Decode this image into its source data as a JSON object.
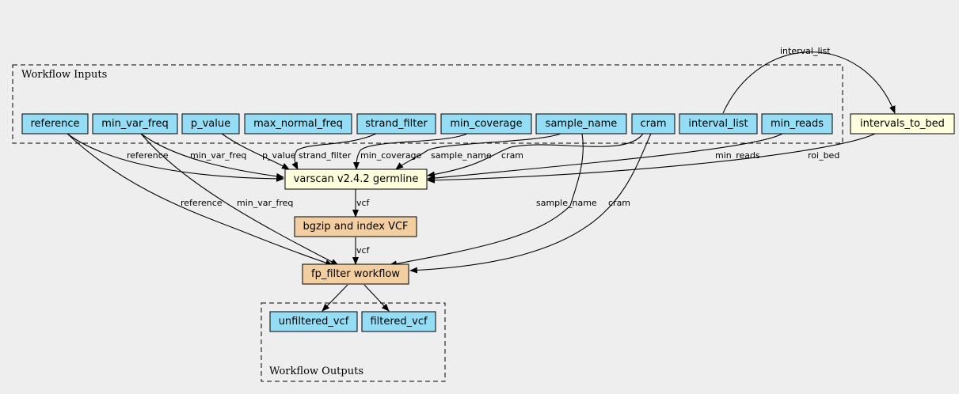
{
  "clusters": {
    "inputs": "Workflow Inputs",
    "outputs": "Workflow Outputs"
  },
  "colors": {
    "background": "#eeeeee",
    "input_node": "#94ddf4",
    "step_node": "#ffffdd",
    "subworkflow_node": "#f3cea1",
    "output_node": "#94ddf4"
  },
  "nodes": {
    "reference": "reference",
    "min_var_freq": "min_var_freq",
    "p_value": "p_value",
    "max_normal_freq": "max_normal_freq",
    "strand_filter": "strand_filter",
    "min_coverage": "min_coverage",
    "sample_name": "sample_name",
    "cram": "cram",
    "interval_list": "interval_list",
    "min_reads": "min_reads",
    "intervals_to_bed": "intervals_to_bed",
    "varscan": "varscan v2.4.2 germline",
    "bgzip": "bgzip and index VCF",
    "fp_filter": "fp_filter workflow",
    "unfiltered_vcf": "unfiltered_vcf",
    "filtered_vcf": "filtered_vcf"
  },
  "edge_labels": {
    "interval_list": "interval_list",
    "reference_1": "reference",
    "min_var_freq_1": "min_var_freq",
    "p_value": "p_value",
    "strand_filter": "strand_filter",
    "min_coverage": "min_coverage",
    "sample_name_1": "sample_name",
    "cram_1": "cram",
    "min_reads": "min_reads",
    "roi_bed": "roi_bed",
    "reference_2": "reference",
    "min_var_freq_2": "min_var_freq",
    "sample_name_2": "sample_name",
    "cram_2": "cram",
    "vcf_1": "vcf",
    "vcf_2": "vcf"
  }
}
